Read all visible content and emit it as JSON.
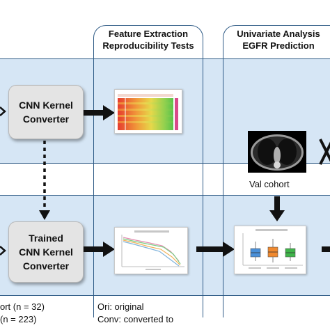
{
  "columns": [
    {
      "line1": "Feature Extraction",
      "line2": "Reproducibility Tests"
    },
    {
      "line1": "Univariate Analysis",
      "line2": "EGFR Prediction"
    }
  ],
  "boxes": {
    "cnn_kernel_converter": [
      "CNN Kernel",
      "Converter"
    ],
    "trained_cnn_kernel_converter": [
      "Trained",
      "CNN Kernel",
      "Converter"
    ]
  },
  "val_cohort_label": "Val cohort",
  "legend_left": [
    "ort (n = 32)",
    "(n = 223)"
  ],
  "legend_right": [
    "Ori: original",
    "Conv: converted to"
  ],
  "colors": {
    "band": "#d6e6f5",
    "line": "#2f5b86",
    "arrow": "#111111"
  }
}
